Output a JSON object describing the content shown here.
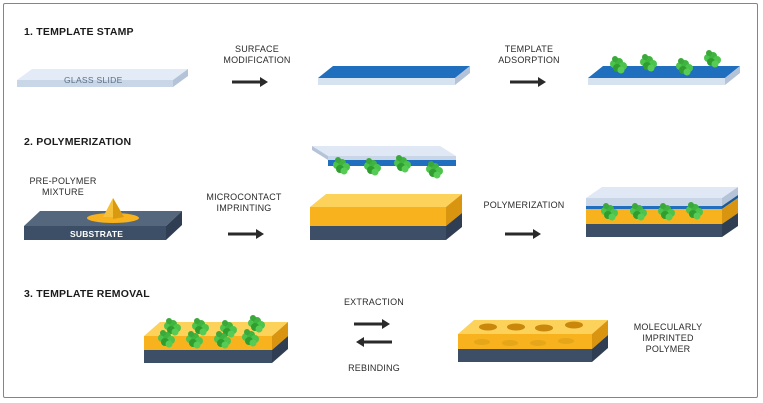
{
  "sections": {
    "template_stamp": {
      "title": "1. TEMPLATE STAMP"
    },
    "polymerization": {
      "title": "2. POLYMERIZATION"
    },
    "template_removal": {
      "title": "3. TEMPLATE REMOVAL"
    }
  },
  "labels": {
    "glass_slide": "GLASS  SLIDE",
    "surface_modification": [
      "SURFACE",
      "MODIFICATION"
    ],
    "template_adsorption": [
      "TEMPLATE",
      "ADSORPTION"
    ],
    "pre_polymer_mixture": [
      "PRE-POLYMER",
      "MIXTURE"
    ],
    "substrate": "SUBSTRATE",
    "microcontact_imprinting": [
      "MICROCONTACT",
      "IMPRINTING"
    ],
    "polymerization_step": "POLYMERIZATION",
    "extraction": "EXTRACTION",
    "rebinding": "REBINDING",
    "molecularly_imprinted_polymer": [
      "MOLECULARLY",
      "IMPRINTED",
      "POLYMER"
    ]
  },
  "colors": {
    "glass": "#dfe8f4",
    "blue_layer": "#1f6fbe",
    "polymer": "#f7b21d",
    "substrate": "#3d4f66",
    "template": "#4cc44c",
    "frame": "#6f87b5"
  }
}
